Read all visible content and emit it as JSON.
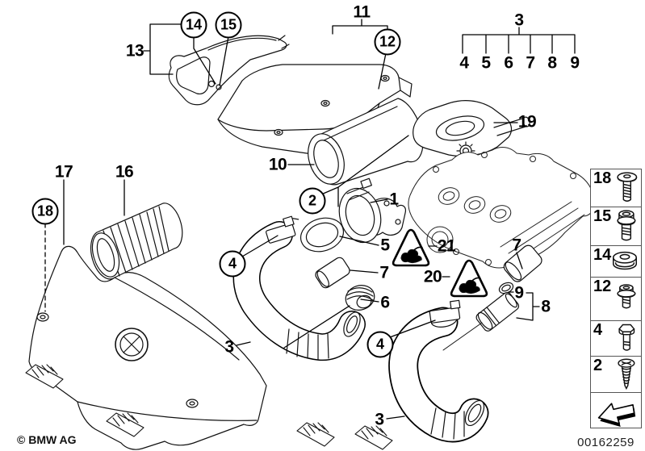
{
  "callouts": {
    "plain": {
      "p13": "13",
      "p11": "11",
      "p3_top": "3",
      "bracket3": [
        "4",
        "5",
        "6",
        "7",
        "8",
        "9"
      ],
      "p19": "19",
      "p10": "10",
      "p17": "17",
      "p16": "16",
      "p1": "1",
      "p5": "5",
      "p21": "21",
      "p7_left": "7",
      "p20": "20",
      "p6": "6",
      "p7_right": "7",
      "p9": "9",
      "p8": "8",
      "p3_upper_hose": "3",
      "p3_lower_hose": "3"
    },
    "circled": {
      "c14": "14",
      "c15": "15",
      "c12": "12",
      "c18": "18",
      "c2": "2",
      "c4_upper": "4",
      "c4_lower": "4"
    }
  },
  "sidebar": {
    "items": [
      {
        "label": "18",
        "icon": "flange-screw-icon"
      },
      {
        "label": "15",
        "icon": "socket-head-bolt-icon"
      },
      {
        "label": "14",
        "icon": "grommet-icon"
      },
      {
        "label": "12",
        "icon": "threaded-plug-icon"
      },
      {
        "label": "4",
        "icon": "hex-bolt-icon"
      },
      {
        "label": "2",
        "icon": "tapping-screw-icon"
      },
      {
        "label": "",
        "icon": "direction-arrow-icon"
      }
    ]
  },
  "icons": {
    "warning_triangle": "marten-warning-icon"
  },
  "colors": {
    "line": "#000000",
    "background": "#ffffff",
    "cell_border": "#555555"
  },
  "footer": {
    "copyright": "© BMW AG",
    "image_id": "00162259"
  }
}
